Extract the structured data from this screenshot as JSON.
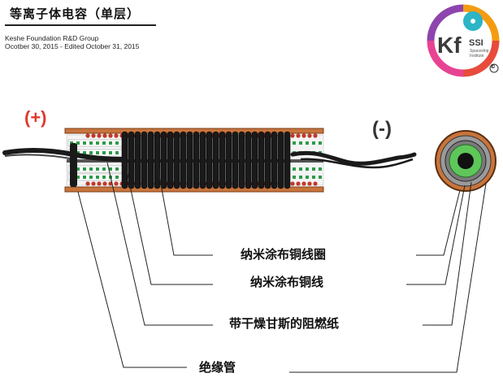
{
  "header": {
    "title": "等离子体电容（单层）",
    "group": "Keshe Foundation R&D Group",
    "dates": "Ocotber 30, 2015 - Edited October 31, 2015"
  },
  "logo": {
    "main": "Kf",
    "secondary": "SSI",
    "sub_line1": "Spaceship",
    "sub_line2": "Institute",
    "copyright": "©"
  },
  "polarity": {
    "positive": "(+)",
    "negative": "(-)"
  },
  "labels": {
    "nano_coil": "纳米涂布铜线圈",
    "nano_wire": "纳米涂布铜线",
    "paper": "带干燥甘斯的阻燃纸",
    "insulation_tube": "绝缘管"
  },
  "colors": {
    "tube": "#c8743c",
    "coil": "#1a1a1a",
    "gans_green": "#2e9a4a",
    "dots_red": "#c0392b",
    "negative_red": "#333333",
    "positive_red": "#e03a2a",
    "cross_section_green": "#5fc65a"
  }
}
